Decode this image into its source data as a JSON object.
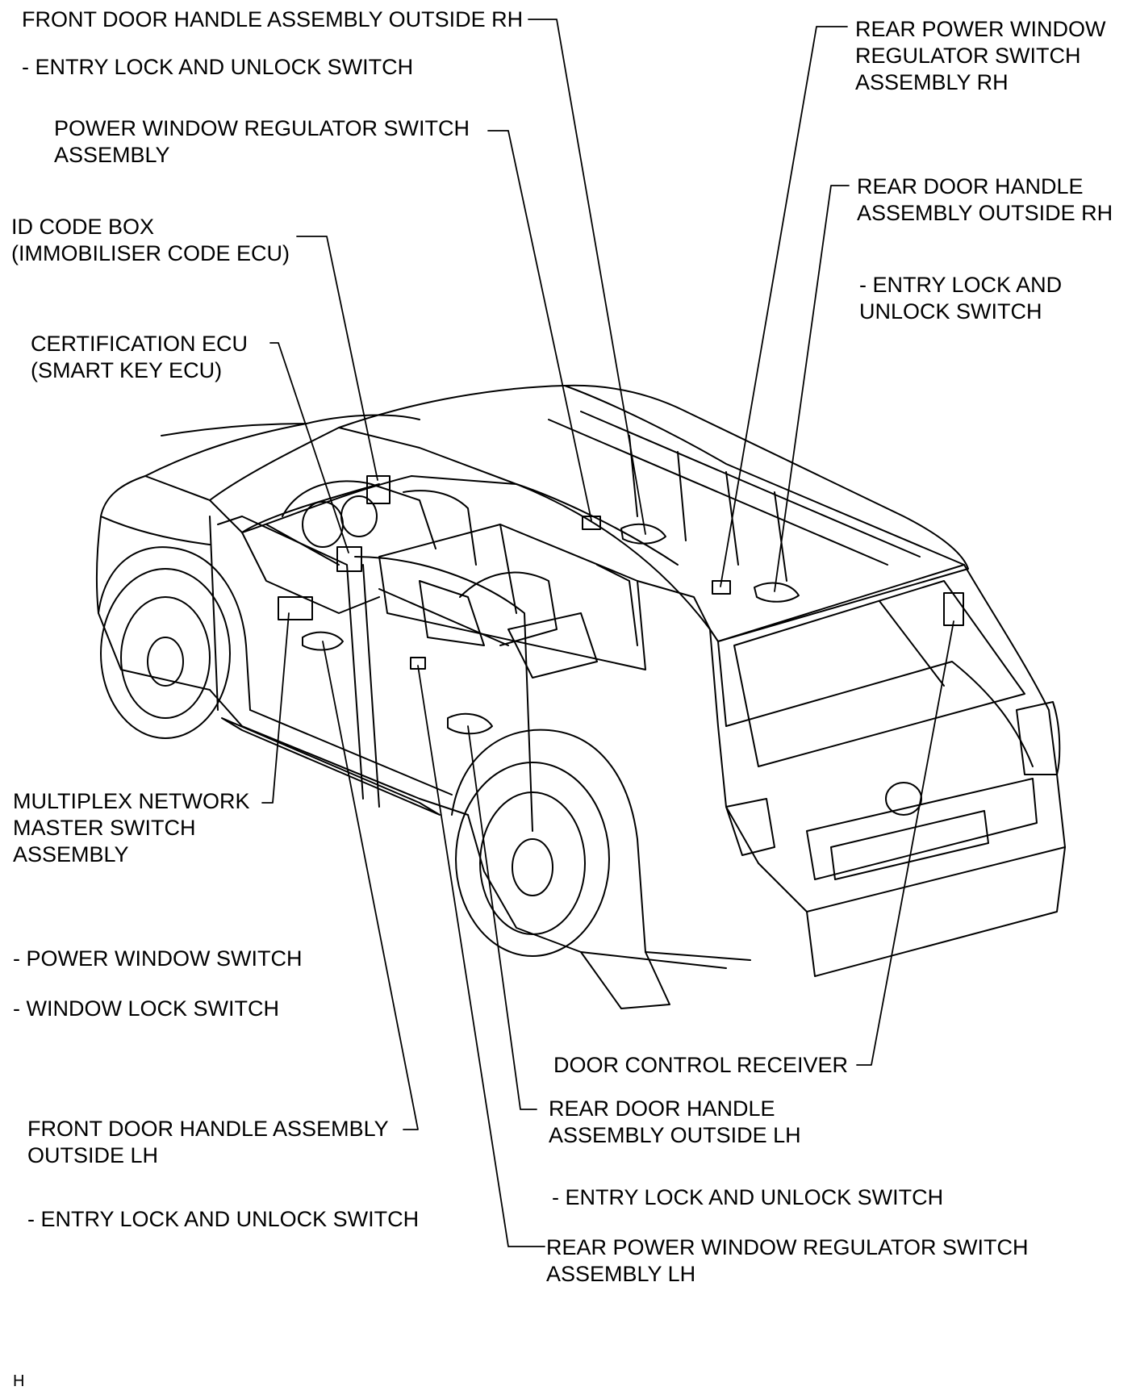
{
  "colors": {
    "ink": "#000000",
    "paper": "#ffffff"
  },
  "labels": {
    "front_door_handle_rh": {
      "title": "FRONT DOOR HANDLE ASSEMBLY OUTSIDE RH",
      "sub": "- ENTRY LOCK AND UNLOCK SWITCH"
    },
    "power_window_regulator_switch": {
      "line1": "POWER WINDOW REGULATOR SWITCH",
      "line2": "ASSEMBLY"
    },
    "id_code_box": {
      "line1": "ID CODE BOX",
      "line2": "(IMMOBILISER CODE ECU)"
    },
    "certification_ecu": {
      "line1": "CERTIFICATION ECU",
      "line2": "(SMART KEY ECU)"
    },
    "rear_power_window_rh": {
      "line1": "REAR POWER WINDOW",
      "line2": "REGULATOR SWITCH",
      "line3": "ASSEMBLY RH"
    },
    "rear_door_handle_rh": {
      "line1": "REAR DOOR HANDLE",
      "line2": "ASSEMBLY OUTSIDE RH",
      "sub1": "- ENTRY LOCK AND",
      "sub2": "UNLOCK SWITCH"
    },
    "multiplex_master_switch": {
      "line1": "MULTIPLEX NETWORK",
      "line2": "MASTER SWITCH",
      "line3": "ASSEMBLY",
      "sub1": "- POWER WINDOW SWITCH",
      "sub2": "- WINDOW LOCK SWITCH"
    },
    "door_control_receiver": {
      "title": "DOOR CONTROL RECEIVER"
    },
    "rear_door_handle_lh": {
      "line1": "REAR DOOR HANDLE",
      "line2": "ASSEMBLY OUTSIDE LH",
      "sub": "- ENTRY LOCK AND UNLOCK SWITCH"
    },
    "front_door_handle_lh": {
      "line1": "FRONT DOOR HANDLE ASSEMBLY",
      "line2": "OUTSIDE LH",
      "sub": "- ENTRY LOCK AND UNLOCK SWITCH"
    },
    "rear_power_window_lh": {
      "line1": "REAR POWER WINDOW REGULATOR SWITCH",
      "line2": "ASSEMBLY LH"
    }
  },
  "footer": {
    "code": "H"
  }
}
